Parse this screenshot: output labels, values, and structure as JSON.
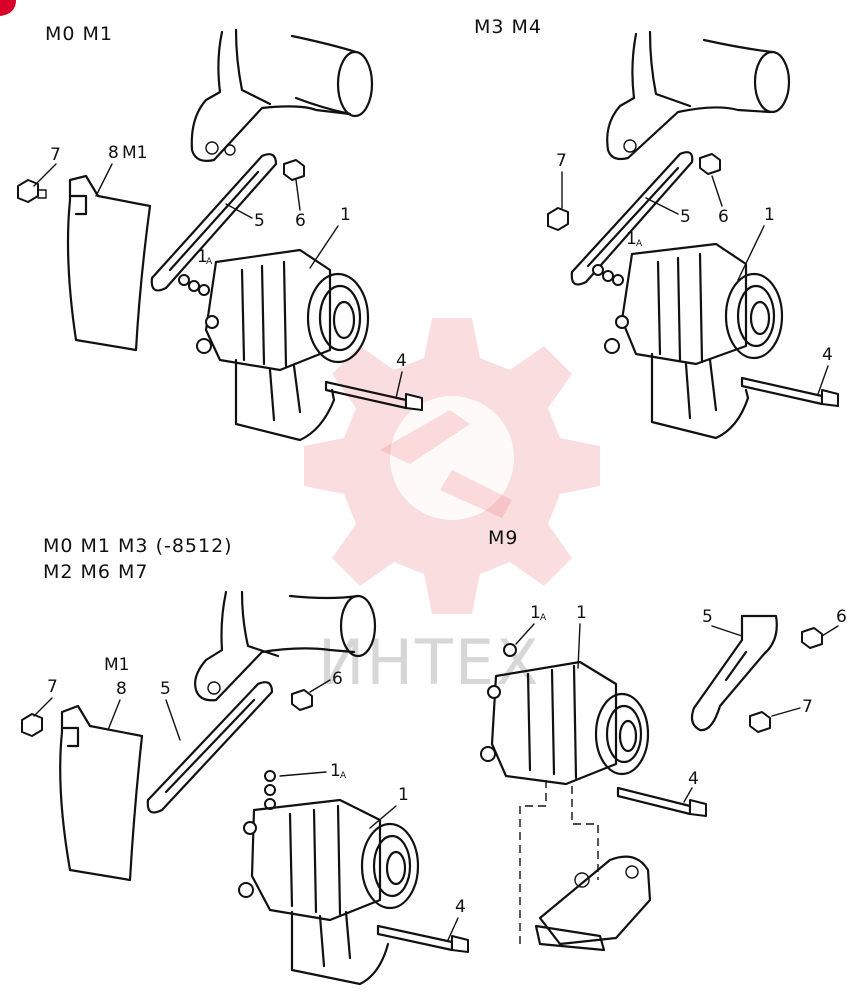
{
  "groups": [
    {
      "heading": "M0 M1"
    },
    {
      "heading": "M3 M4"
    },
    {
      "heading_line1": "M0 M1 M3 (-8512)",
      "heading_line2": "M2 M6 M7"
    },
    {
      "heading": "M9"
    }
  ],
  "callouts": {
    "g1": {
      "c7": "7",
      "c8": "8",
      "cM1": "M1",
      "c5": "5",
      "c6": "6",
      "c1": "1",
      "c1a": "1",
      "c1a_sub": "A",
      "c4": "4"
    },
    "g2": {
      "c7": "7",
      "c5": "5",
      "c6": "6",
      "c1": "1",
      "c1a": "1",
      "c1a_sub": "A",
      "c4": "4"
    },
    "g3": {
      "cM1": "M1",
      "c7": "7",
      "c8": "8",
      "c5": "5",
      "c6": "6",
      "c1a": "1",
      "c1a_sub": "A",
      "c1": "1",
      "c4": "4"
    },
    "g4": {
      "c1a": "1",
      "c1a_sub": "A",
      "c1": "1",
      "c5": "5",
      "c6": "6",
      "c7": "7",
      "c4": "4"
    }
  },
  "watermark": {
    "text": "ИНТЕХ",
    "color": "#e96a6f"
  }
}
